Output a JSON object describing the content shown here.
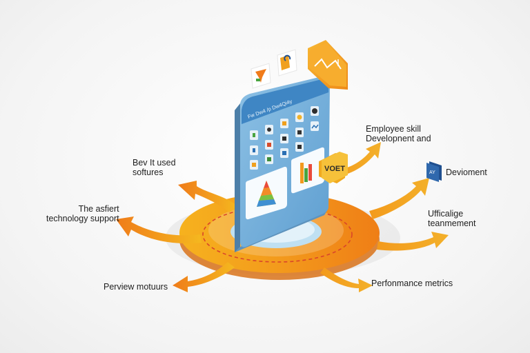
{
  "phone": {
    "header_text": "Fw Dw4 /p Dw4Qi4y",
    "badge_text": "VOET"
  },
  "labels": {
    "used_software": "Bev It used\nsoftures",
    "tech_support": "The asfiert\ntechnology support",
    "preview": "Perview motuurs",
    "employee_skill": "Employee skill\nDevelopnent and",
    "development": "Devioment",
    "development_badge": "AY",
    "team": "Ufficalige\nteanmement",
    "performance": "Perfonmance metrics"
  },
  "colors": {
    "orange": "#f29a1f",
    "orange_dark": "#ef7d1a",
    "yellow": "#f6b91f",
    "phone_blue": "#7db4dc",
    "phone_dark": "#3f86c4",
    "navy": "#1f4f8f"
  }
}
